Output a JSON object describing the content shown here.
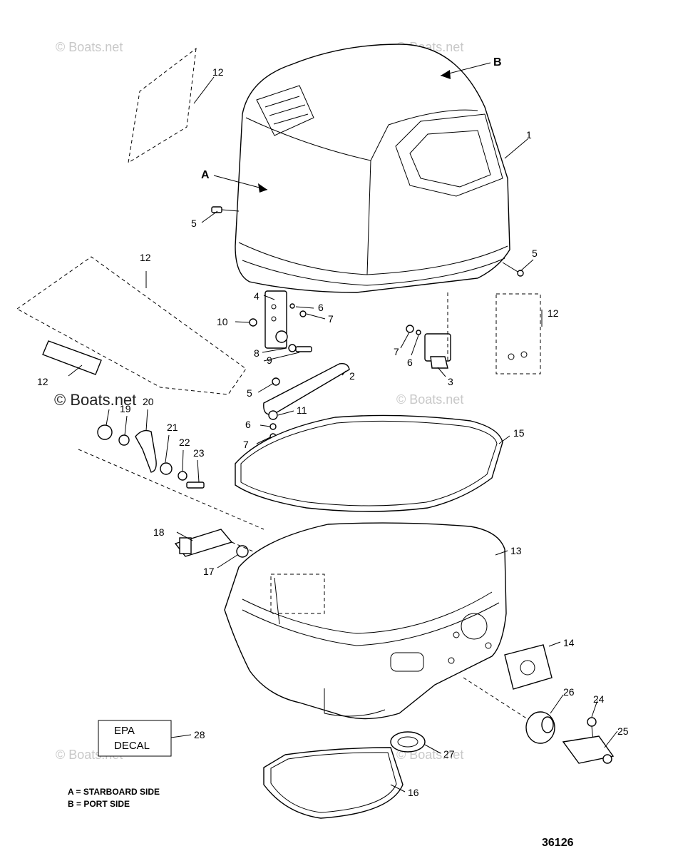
{
  "watermarks": [
    "© Boats.net",
    "© Boats.net",
    "© Boats.net",
    "© Boats.net",
    "© Boats.net",
    "© Boats.net"
  ],
  "callouts": {
    "c1": "1",
    "c2": "2",
    "c3": "3",
    "c4": "4",
    "c5a": "5",
    "c5b": "5",
    "c5c": "5",
    "c6a": "6",
    "c6b": "6",
    "c6c": "6",
    "c7a": "7",
    "c7b": "7",
    "c7c": "7",
    "c8": "8",
    "c9": "9",
    "c10": "10",
    "c11": "11",
    "c12a": "12",
    "c12b": "12",
    "c12c": "12",
    "c12d": "12",
    "c13": "13",
    "c14": "14",
    "c15": "15",
    "c16": "16",
    "c17": "17",
    "c18": "18",
    "c19": "19",
    "c20": "20",
    "c21": "21",
    "c22": "22",
    "c23": "23",
    "c24": "24",
    "c25": "25",
    "c26": "26",
    "c27": "27",
    "c28": "28"
  },
  "side_labels": {
    "a": "A",
    "b": "B"
  },
  "epa_decal": {
    "line1": "EPA",
    "line2": "DECAL"
  },
  "legend": {
    "a": "A = STARBOARD SIDE",
    "b": "B = PORT SIDE"
  },
  "figure_number": "36126"
}
